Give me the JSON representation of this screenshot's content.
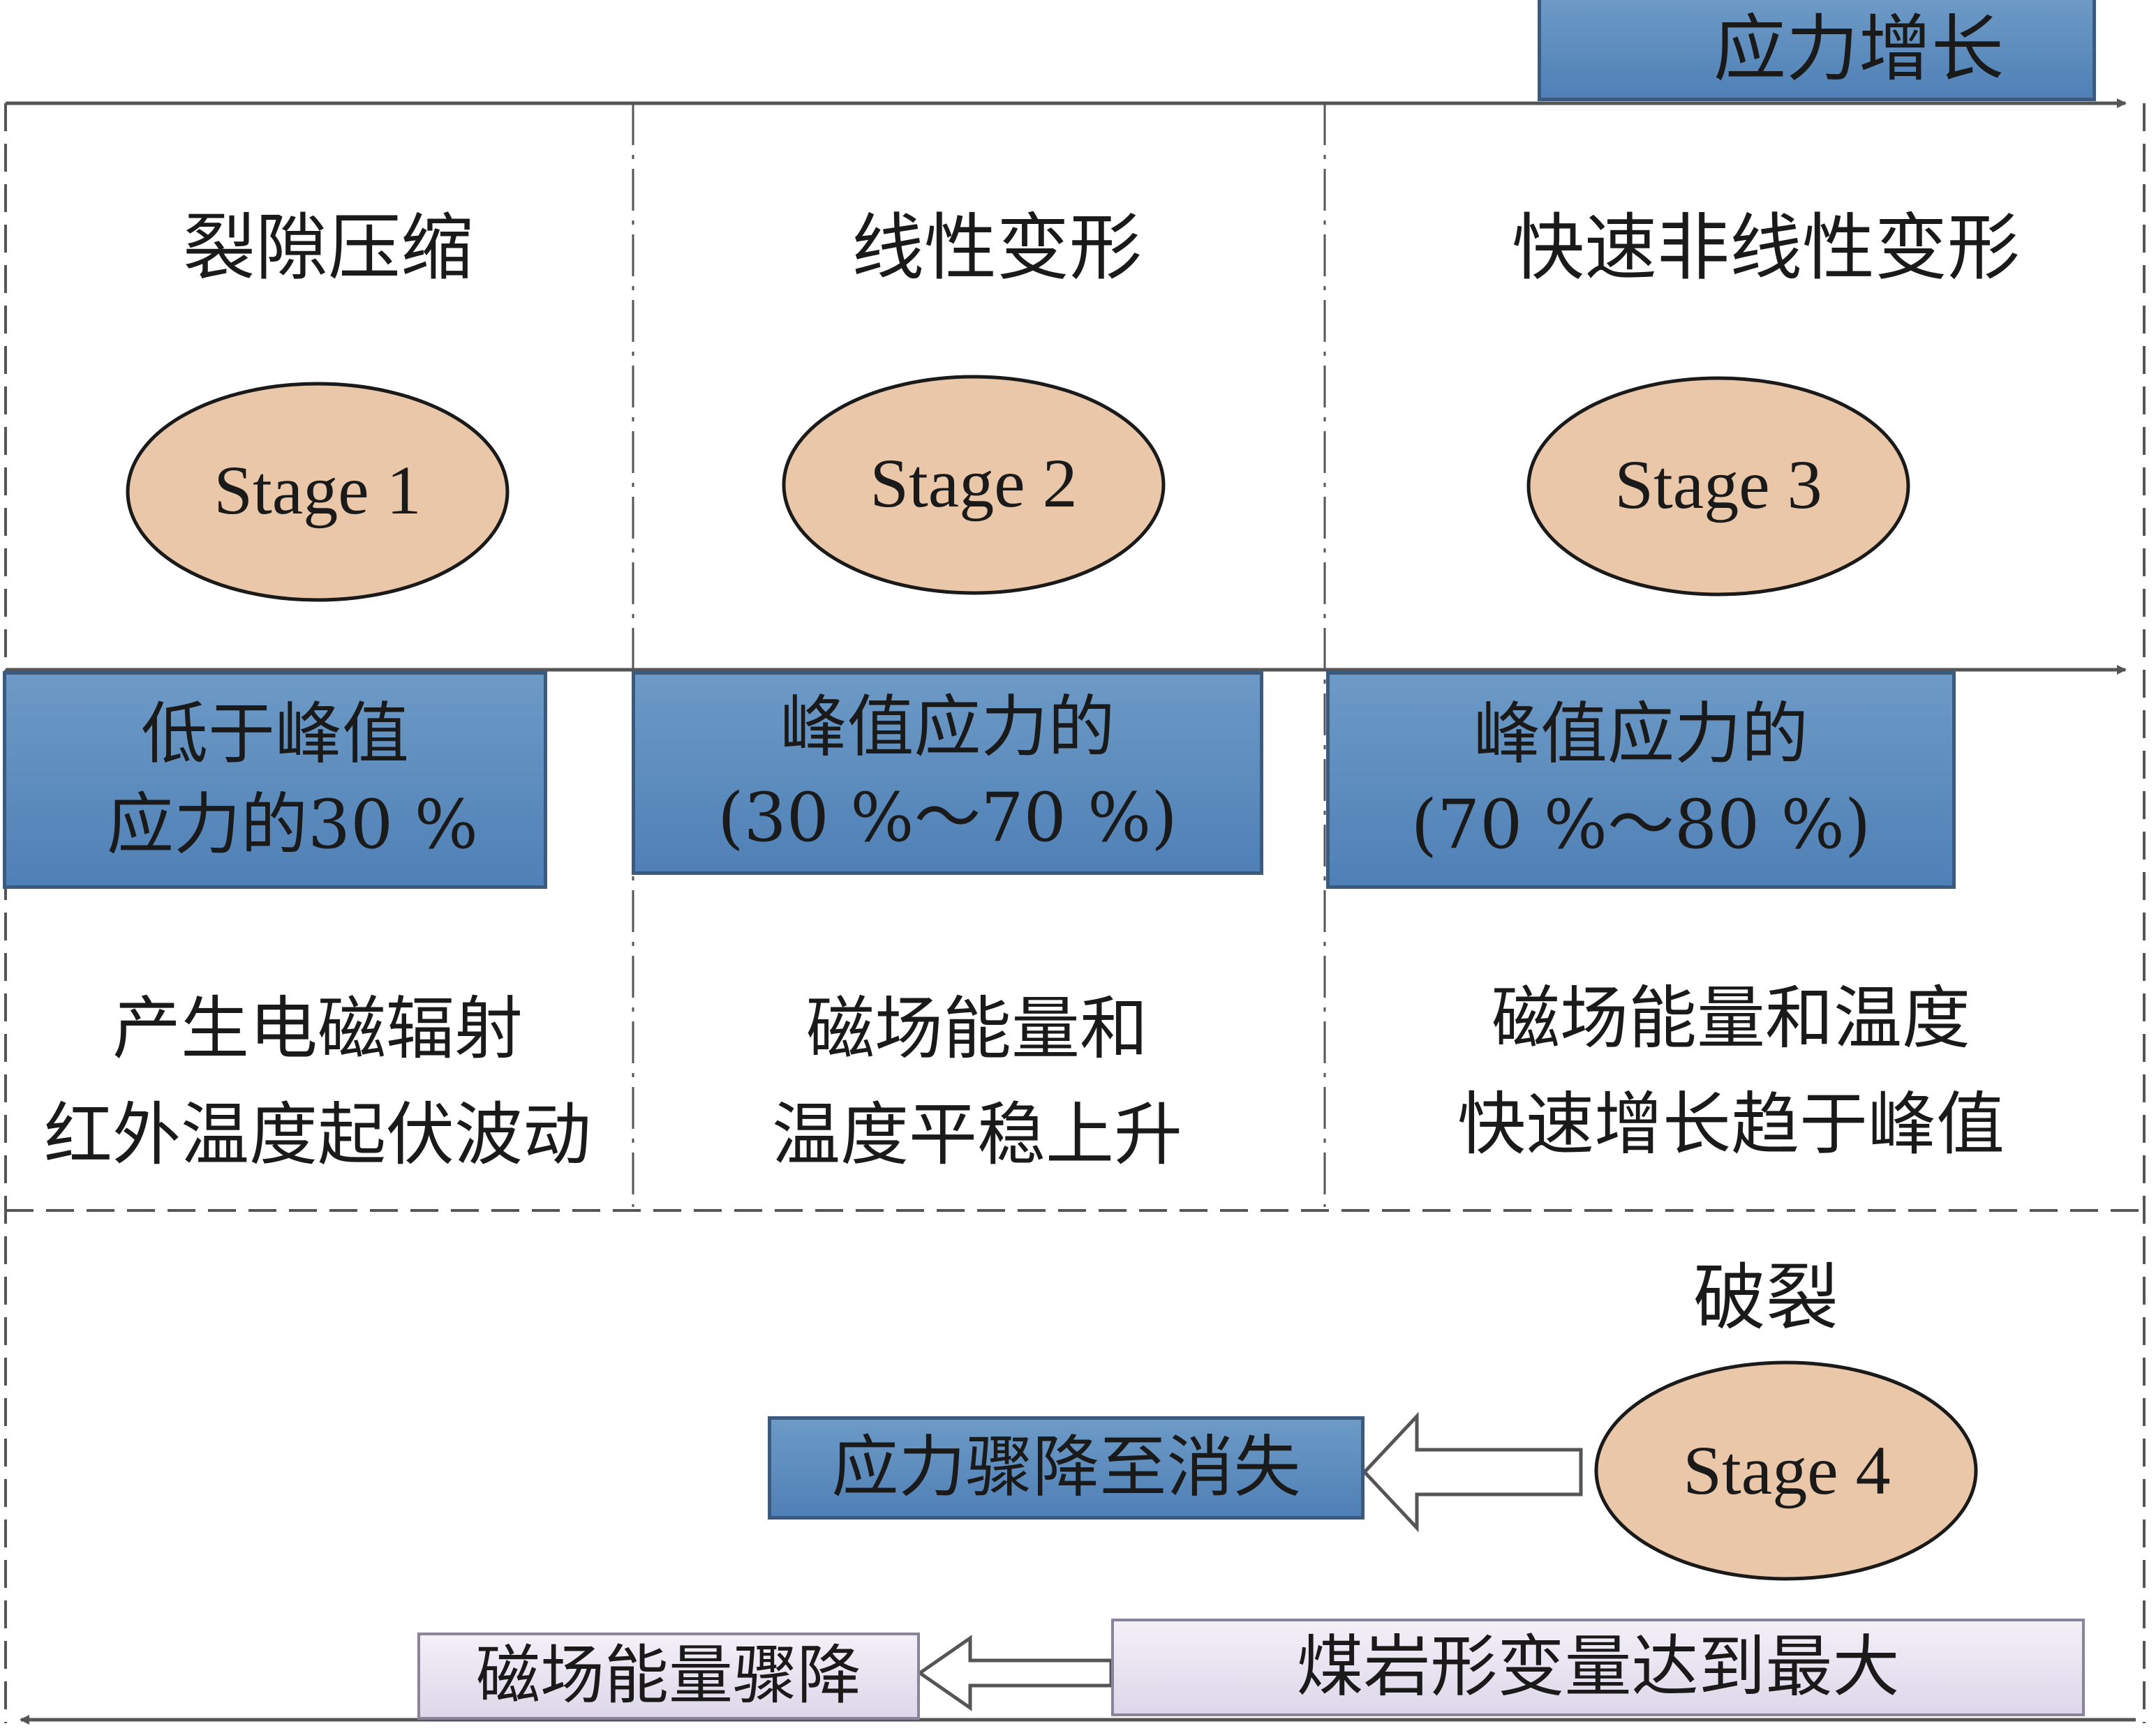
{
  "header": {
    "label": "应力增长"
  },
  "stages": [
    {
      "title": "裂隙压缩",
      "stage_label": "Stage 1",
      "condition": [
        "低于峰值",
        "应力的30 %"
      ],
      "description": [
        "产生电磁辐射",
        "红外温度起伏波动"
      ]
    },
    {
      "title": "线性变形",
      "stage_label": "Stage 2",
      "condition": [
        "峰值应力的",
        "(30 %～70 %)"
      ],
      "description": [
        "磁场能量和",
        "温度平稳上升"
      ]
    },
    {
      "title": "快速非线性变形",
      "stage_label": "Stage 3",
      "condition": [
        "峰值应力的",
        "(70 %～80 %)"
      ],
      "description": [
        "磁场能量和温度",
        "快速增长趋于峰值"
      ]
    }
  ],
  "stage4": {
    "title": "破裂",
    "stage_label": "Stage 4",
    "stress_result": "应力骤降至消失",
    "deformation": "煤岩形变量达到最大",
    "magnetic_result": "磁场能量骤降"
  },
  "colors": {
    "ellipse_fill": "#eac7a8",
    "ellipse_stroke": "#1a1a1a",
    "blue_box": "#5b8bbf",
    "lavender_box": "#e6e1ee",
    "line": "#555555"
  }
}
